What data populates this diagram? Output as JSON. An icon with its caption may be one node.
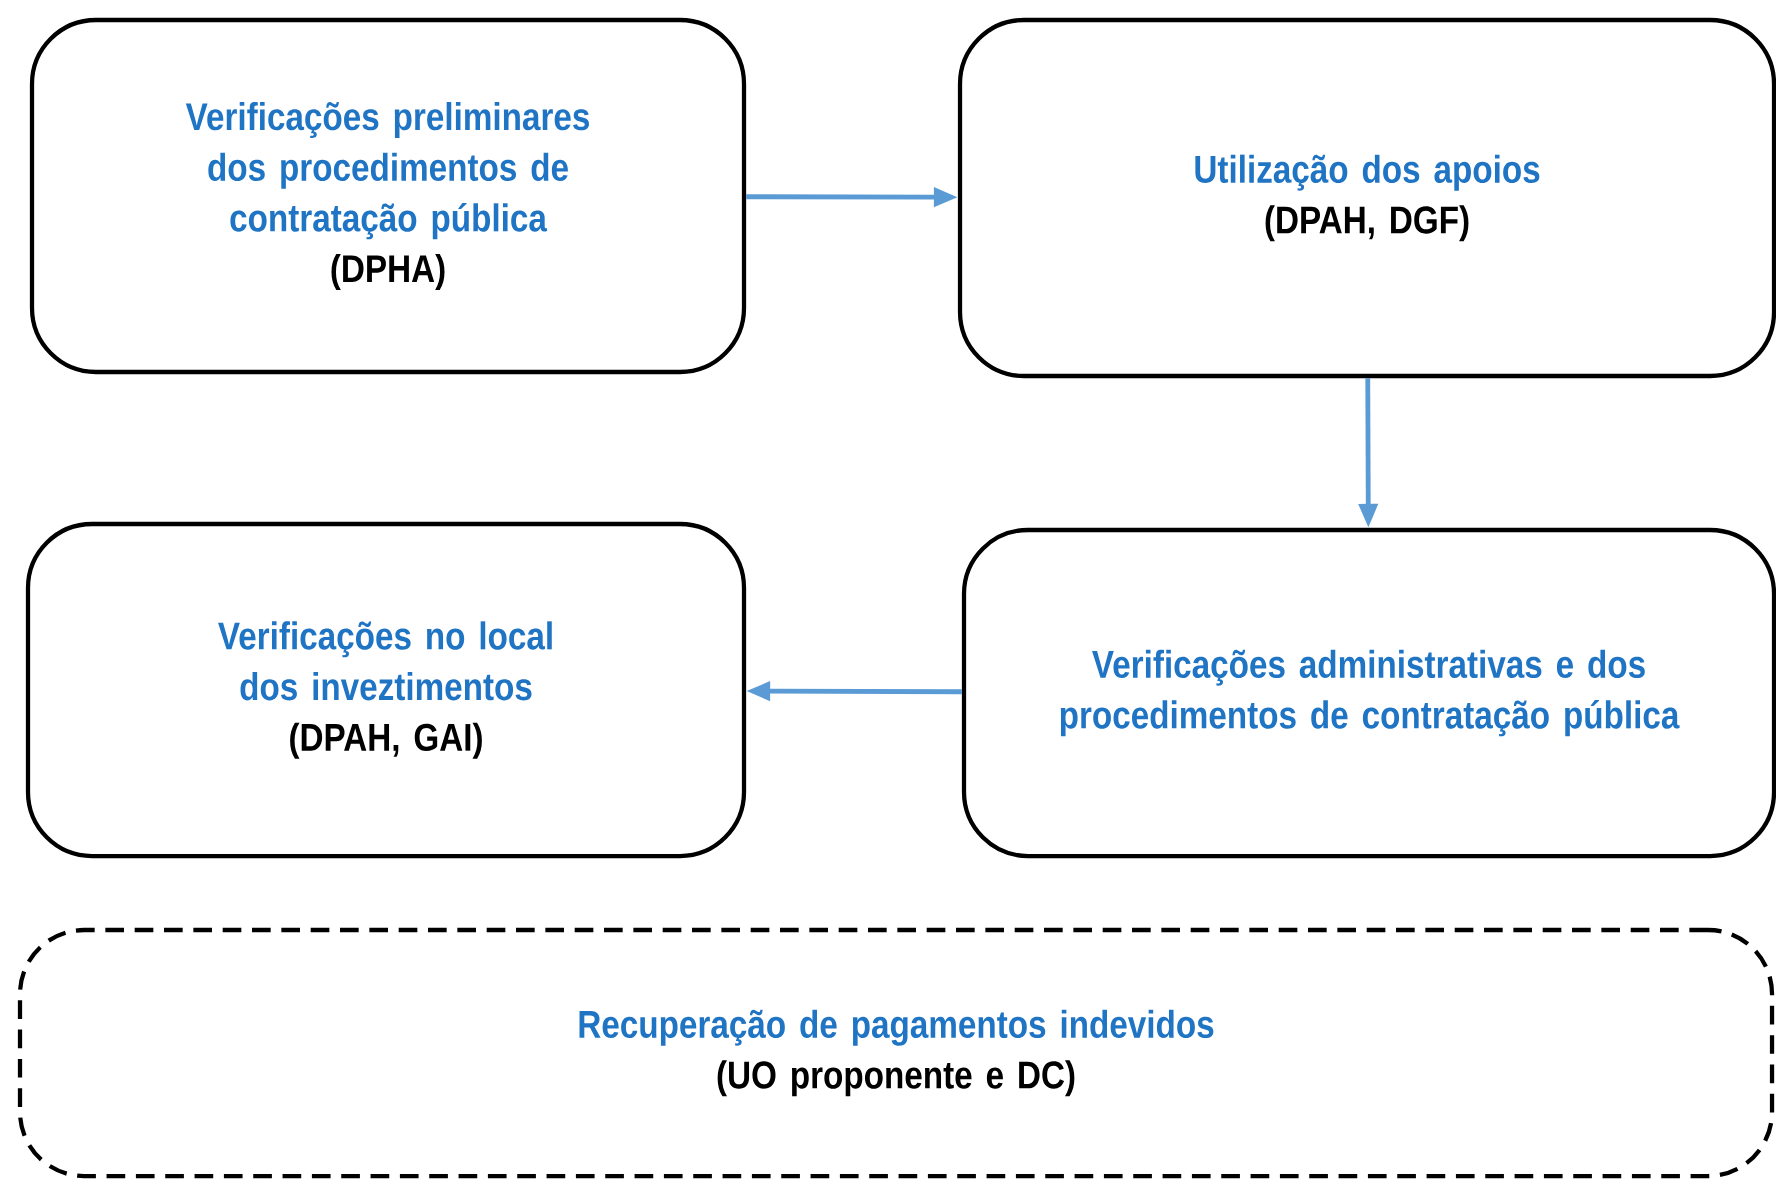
{
  "diagram": {
    "nodes": [
      {
        "text": [
          "Verificações preliminares dos procedimentos de contratação pública",
          "(DPHA)"
        ]
      },
      {
        "text": [
          "Utilização dos apoios",
          "(DPAH, DGF)"
        ]
      },
      {
        "text": [
          "Verificações no local dos inveztimentos",
          "(DPAH, GAI)"
        ]
      },
      {
        "text": [
          "Verificações administrativas e dos procedimentos de contratação pública"
        ]
      },
      {
        "text": [
          "Recuperação de pagamentos indevidos",
          "(UO proponente e DC)"
        ]
      }
    ],
    "edges": [
      {
        "from": 0,
        "to": 1,
        "arrow": "to"
      },
      {
        "from": 1,
        "to": 3,
        "arrow": "to"
      },
      {
        "from": 3,
        "to": 2,
        "arrow": "to"
      }
    ]
  }
}
